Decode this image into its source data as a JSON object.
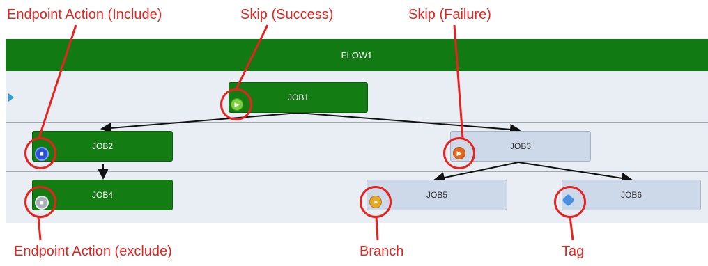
{
  "labels": {
    "endpoint_include": "Endpoint Action (Include)",
    "skip_success": "Skip (Success)",
    "skip_failure": "Skip (Failure)",
    "endpoint_exclude": "Endpoint Action (exclude)",
    "branch": "Branch",
    "tag": "Tag"
  },
  "flow": {
    "title": "FLOW1"
  },
  "jobs": {
    "job1": "JOB1",
    "job2": "JOB2",
    "job3": "JOB3",
    "job4": "JOB4",
    "job5": "JOB5",
    "job6": "JOB6"
  },
  "colors": {
    "annotation": "#e8231f",
    "flow_bar": "#127a12",
    "job_active": "#137c13",
    "job_inactive": "#cdd8e8"
  },
  "icons": {
    "job1": "skip-success-icon",
    "job2": "endpoint-include-icon",
    "job3": "skip-failure-icon",
    "job4": "endpoint-exclude-icon",
    "job5": "branch-icon",
    "job6": "tag-icon"
  }
}
